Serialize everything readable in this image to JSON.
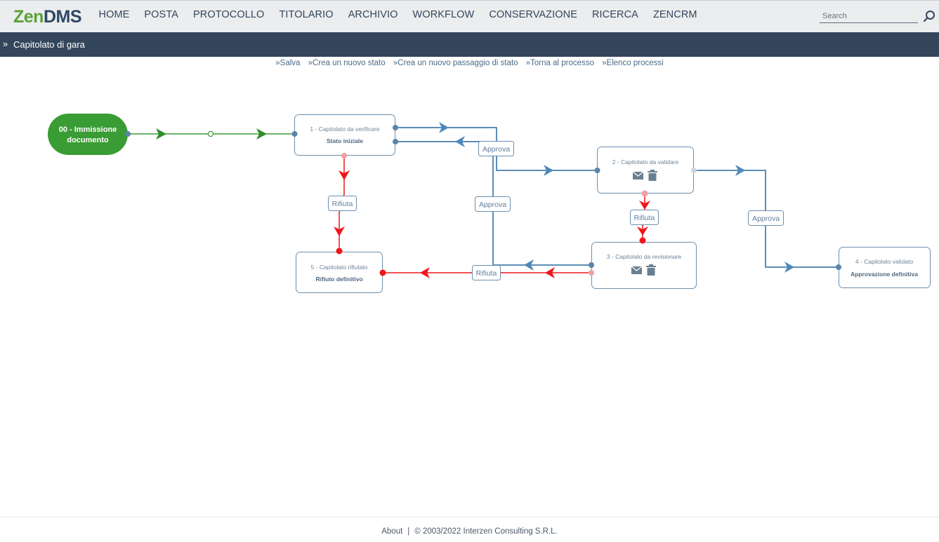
{
  "app": {
    "logo_zen": "Zen",
    "logo_dms": "DMS"
  },
  "nav": [
    "HOME",
    "POSTA",
    "PROTOCOLLO",
    "TITOLARIO",
    "ARCHIVIO",
    "WORKFLOW",
    "CONSERVAZIONE",
    "RICERCA",
    "ZENCRM"
  ],
  "search": {
    "placeholder": "Search"
  },
  "breadcrumb": {
    "marker": "»",
    "title": "Capitolato di gara"
  },
  "actions": [
    "»Salva",
    "»Crea un nuovo stato",
    "»Crea un nuovo passaggio di stato",
    "»Torna al processo",
    "»Elenco processi"
  ],
  "workflow": {
    "start": {
      "line1": "00 - Immissione",
      "line2": "documento"
    },
    "states": [
      {
        "id": "s1",
        "title": "1 - Capitolato da verificare",
        "subtitle": "Stato iniziale"
      },
      {
        "id": "s2",
        "title": "2 - Capitolato da validare",
        "subtitle": ""
      },
      {
        "id": "s3",
        "title": "3 - Capitolato da revisionare",
        "subtitle": ""
      },
      {
        "id": "s4",
        "title": "4 - Capitolato validato",
        "subtitle": "Approvazione definitiva"
      },
      {
        "id": "s5",
        "title": "5 - Capitolato rifiutato",
        "subtitle": "Rifiuto definitivo"
      }
    ],
    "transitions": {
      "approva_1": "Approva",
      "approva_2": "Approva",
      "approva_3": "Approva",
      "rifiuta_1": "Rifiuta",
      "rifiuta_2": "Rifiuta",
      "rifiuta_3": "Rifiuta"
    },
    "colors": {
      "approve": "#5b8db8",
      "reject": "#f0161a",
      "start": "#3a9c34",
      "box_border": "#6b8fae"
    }
  },
  "footer": {
    "about": "About",
    "separator": "|",
    "copyright": "© 2003/2022  Interzen Consulting S.R.L."
  }
}
